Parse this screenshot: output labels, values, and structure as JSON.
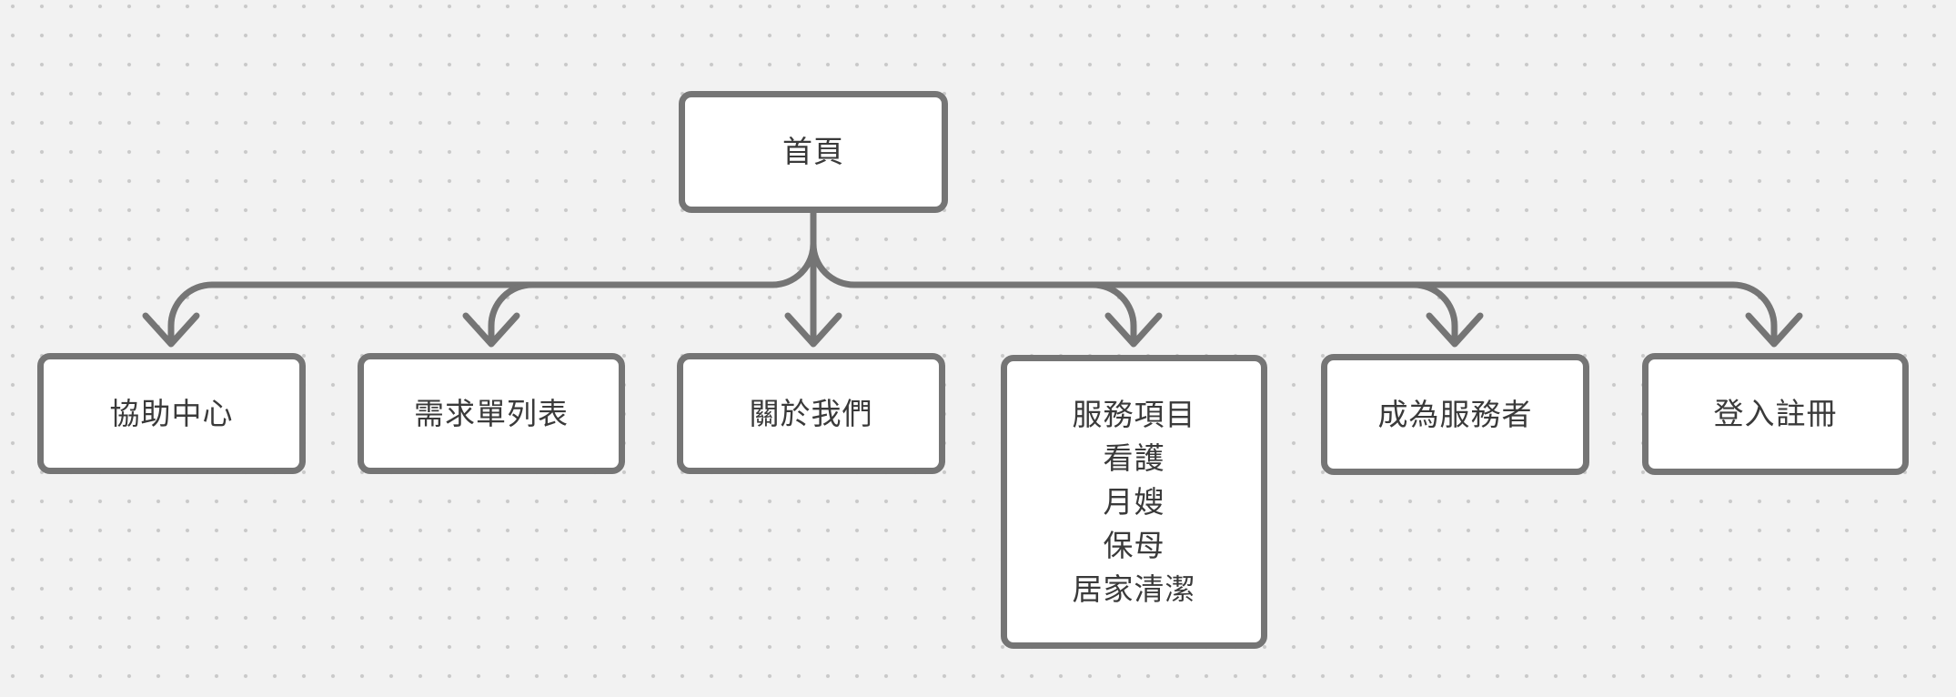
{
  "colors": {
    "canvas_bg": "#f2f2f2",
    "dot": "#c9c9c9",
    "stroke": "#757575",
    "node_fill": "#ffffff",
    "text": "#3a3a3a"
  },
  "diagram": {
    "root": {
      "label": "首頁"
    },
    "children": [
      {
        "label": "協助中心"
      },
      {
        "label": "需求單列表"
      },
      {
        "label": "關於我們"
      },
      {
        "label": "服務項目",
        "items": [
          "看護",
          "月嫂",
          "保母",
          "居家清潔"
        ]
      },
      {
        "label": "成為服務者"
      },
      {
        "label": "登入註冊"
      }
    ]
  }
}
